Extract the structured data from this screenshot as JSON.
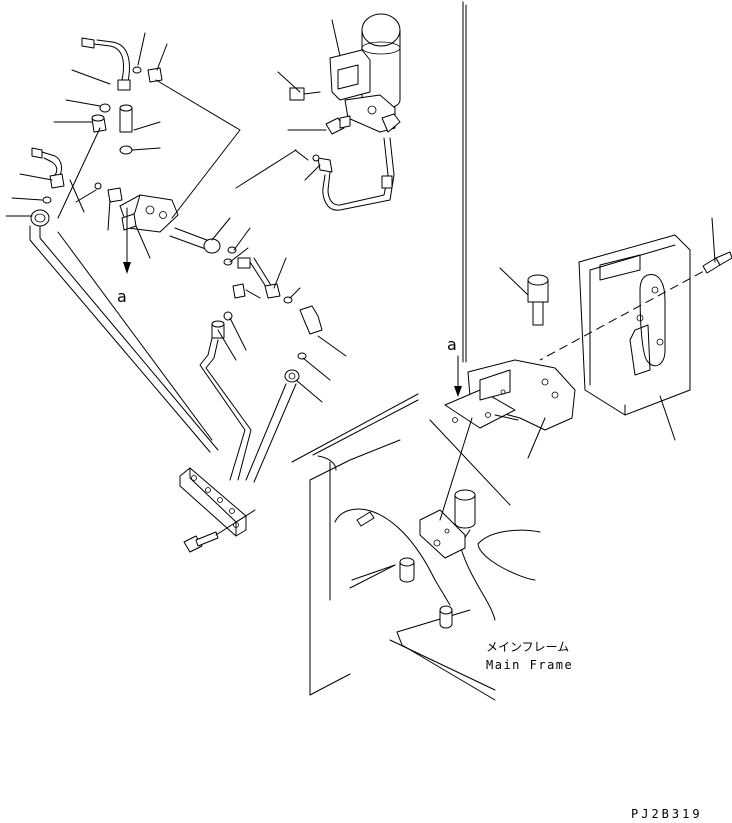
{
  "view_marker": "a",
  "main_frame": {
    "label_jp": "メインフレーム",
    "label_en": "Main Frame"
  },
  "drawing_code": "PJ2B319"
}
